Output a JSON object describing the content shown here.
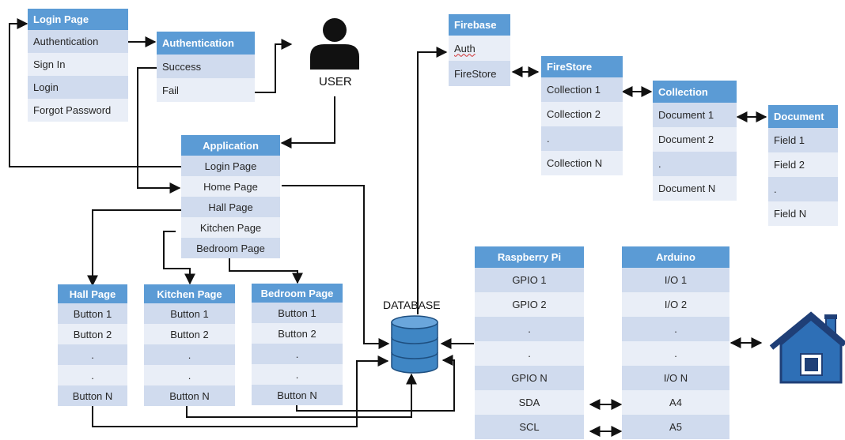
{
  "tables": {
    "login": {
      "header": "Login Page",
      "rows": [
        "Authentication",
        "Sign In",
        "Login",
        "Forgot Password"
      ]
    },
    "auth": {
      "header": "Authentication",
      "rows": [
        "Success",
        "Fail"
      ]
    },
    "application": {
      "header": "Application",
      "rows": [
        "Login Page",
        "Home Page",
        "Hall Page",
        "Kitchen Page",
        "Bedroom Page"
      ]
    },
    "hall": {
      "header": "Hall Page",
      "rows": [
        "Button 1",
        "Button 2",
        ".",
        ".",
        "Button N"
      ]
    },
    "kitchen": {
      "header": "Kitchen Page",
      "rows": [
        "Button 1",
        "Button 2",
        ".",
        ".",
        "Button N"
      ]
    },
    "bedroom": {
      "header": "Bedroom Page",
      "rows": [
        "Button 1",
        "Button 2",
        ".",
        ".",
        "Button N"
      ]
    },
    "firebase": {
      "header": "Firebase",
      "rows": [
        "Auth",
        "FireStore"
      ]
    },
    "firestore": {
      "header": "FireStore",
      "rows": [
        "Collection 1",
        "Collection 2",
        ".",
        "Collection N"
      ]
    },
    "collection": {
      "header": "Collection",
      "rows": [
        "Document 1",
        "Document 2",
        ".",
        "Document N"
      ]
    },
    "document": {
      "header": "Document",
      "rows": [
        "Field 1",
        "Field 2",
        ".",
        "Field N"
      ]
    },
    "raspberry": {
      "header": "Raspberry Pi",
      "rows": [
        "GPIO 1",
        "GPIO 2",
        ".",
        ".",
        "GPIO N",
        "SDA",
        "SCL"
      ]
    },
    "arduino": {
      "header": "Arduino",
      "rows": [
        "I/O 1",
        "I/O 2",
        ".",
        ".",
        "I/O N",
        "A4",
        "A5"
      ]
    }
  },
  "labels": {
    "user": "USER",
    "database": "DATABASE"
  },
  "colors": {
    "header": "#5b9bd5",
    "row_odd": "#d0dbee",
    "row_even": "#e9eef7",
    "database": "#3f86c4",
    "house": "#2e6fb6",
    "house_dark": "#1f3f77"
  },
  "icons": [
    "user-icon",
    "database-icon",
    "house-icon"
  ]
}
